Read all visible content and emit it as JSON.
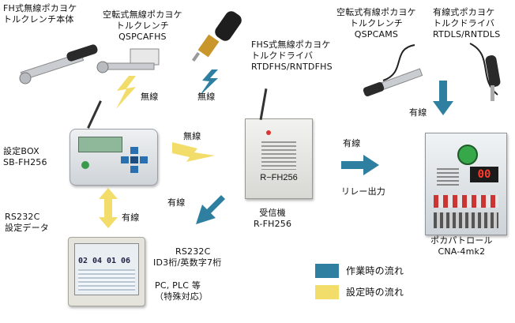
{
  "labels": {
    "fh_wrench": [
      "FH式無線ポカヨケ",
      "トルクレンチ本体"
    ],
    "qspcafhs": [
      "空転式無線ポカヨケ",
      "トルクレンチ",
      "QSPCAFHS"
    ],
    "rtdfhs": [
      "FHS式無線ポカヨケ",
      "トルクドライバ",
      "RTDFHS/RNTDFHS"
    ],
    "qspcams": [
      "空転式有線ポカヨケ",
      "トルクレンチ",
      "QSPCAMS"
    ],
    "rtdls": [
      "有線式ポカヨケ",
      "トルクドライバ",
      "RTDLS/RNTDLS"
    ],
    "setbox": [
      "設定BOX",
      "SB-FH256"
    ],
    "rs232c_setting": [
      "RS232C",
      "設定データ"
    ],
    "receiver": [
      "受信機",
      "R-FH256"
    ],
    "rs232c_out": [
      "RS232C",
      "ID3桁/英数字7桁"
    ],
    "pc": [
      "PC, PLC 等",
      "（特殊対応）"
    ],
    "pokapatrol": [
      "ポカパトロール",
      "CNA-4mk2"
    ],
    "relay_output": "リレー出力"
  },
  "flow_labels": {
    "wireless_1": "無線",
    "wireless_2": "無線",
    "wireless_3": "無線",
    "wired_top": "有線",
    "wired_relay": "有線",
    "wired_rs232c": "有線",
    "wired_pc": "有線"
  },
  "device_text": {
    "receiver_name": "R−FH256",
    "pc_counts": [
      "02",
      "04",
      "01",
      "06"
    ],
    "cna_display": "00"
  },
  "legend": [
    {
      "label": "作業時の流れ",
      "color": "#2e7fa0"
    },
    {
      "label": "設定時の流れ",
      "color": "#f2dc6a"
    }
  ],
  "colors": {
    "work_flow": "#2e7fa0",
    "setting_flow": "#f2dc6a"
  }
}
